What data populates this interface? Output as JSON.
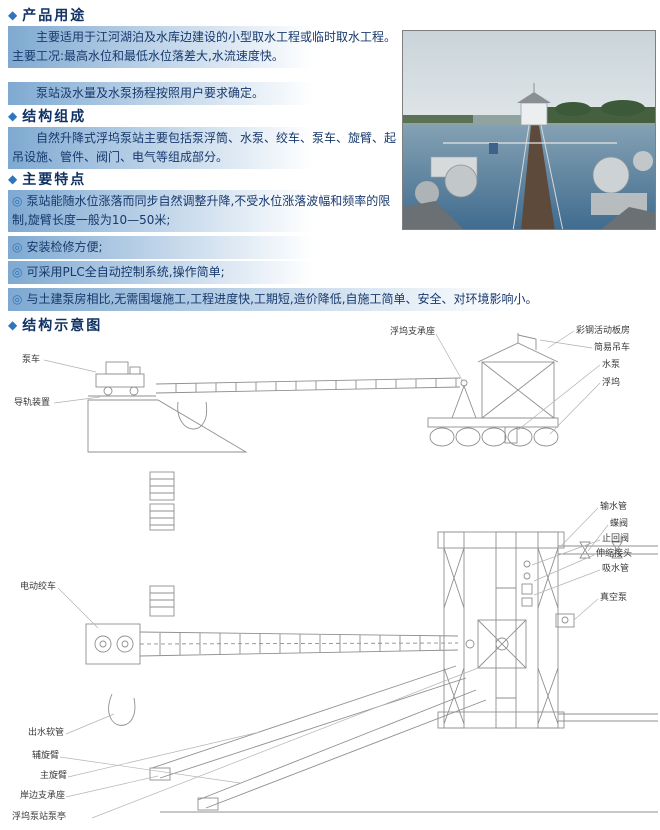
{
  "heading_marker": "◆",
  "colors": {
    "heading_text": "#0f3263",
    "body_text": "#17396d",
    "diamond_accent": "#2d76bb",
    "gradient_left": "#7fa9d1",
    "diagram_line": "#8f8f8f",
    "label_text": "#3a3a3a"
  },
  "sections": {
    "product_use": {
      "heading": "产品用途",
      "para1": "主要适用于江河湖泊及水库边建设的小型取水工程或临时取水工程。主要工况:最高水位和最低水位落差大,水流速度快。",
      "para2": "泵站汲水量及水泵扬程按照用户要求确定。"
    },
    "composition": {
      "heading": "结构组成",
      "para1": "自然升降式浮坞泵站主要包括泵浮筒、水泵、绞车、泵车、旋臂、起吊设施、管件、阀门、电气等组成部分。"
    },
    "features": {
      "heading": "主要特点",
      "bullet_icon": "◎",
      "items": [
        "泵站能随水位涨落而同步自然调整升降,不受水位涨落波幅和频率的限制,旋臂长度一般为10—50米;",
        "安装检修方便;",
        "可采用PLC全自动控制系统,操作简单;",
        "与土建泵房相比,无需围堰施工,工程进度快,工期短,造价降低,自施工简单、安全、对环境影响小。"
      ]
    },
    "diagram": {
      "heading": "结构示意图"
    }
  },
  "labels": {
    "side": [
      "泵车",
      "导轨装置",
      "浮坞支承座",
      "彩钢活动板房",
      "简易吊车",
      "水泵",
      "浮坞"
    ],
    "plan": [
      "输水管",
      "蝶阀",
      "止回阀",
      "伸缩接头",
      "吸水管",
      "真空泵",
      "电动绞车",
      "出水软管",
      "辅旋臂",
      "主旋臂",
      "岸边支承座",
      "浮坞泵站泵亭"
    ]
  }
}
